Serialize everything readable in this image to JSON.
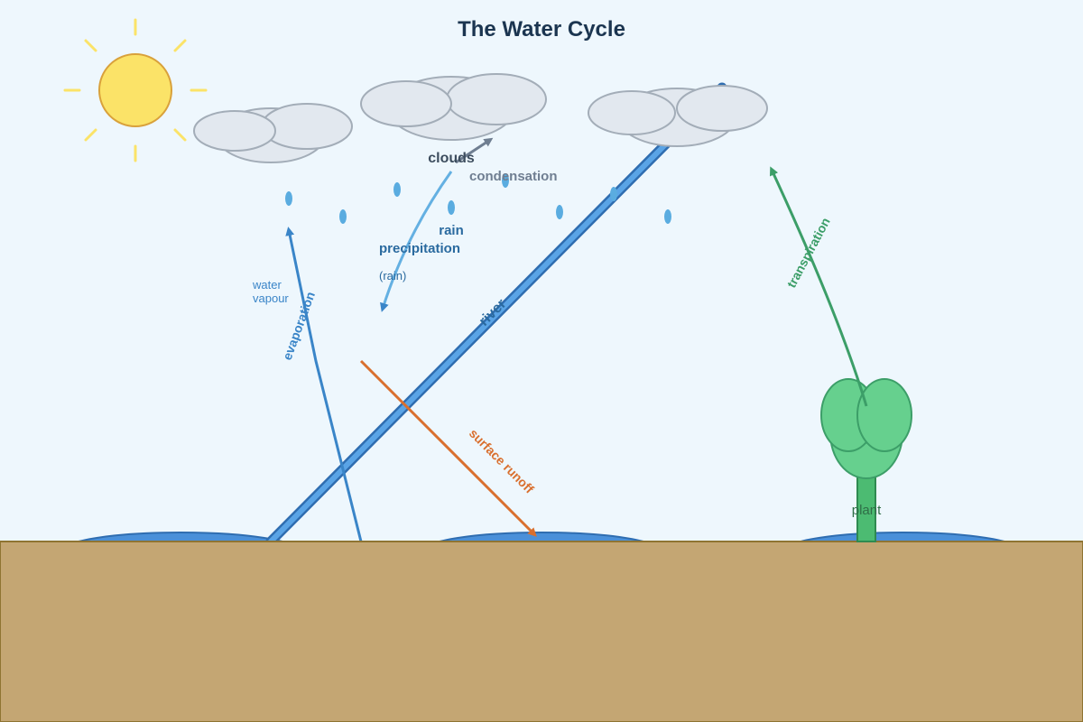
{
  "title": "The Water Cycle",
  "labels": {
    "clouds": "clouds",
    "condensation": "condensation",
    "rain": "rain",
    "precipitation": "precipitation",
    "precipitation_sub": "(rain)",
    "water_vapour_line1": "water",
    "water_vapour_line2": "vapour",
    "evaporation": "evaporation",
    "river": "river",
    "surface_runoff": "surface runoff",
    "transpiration": "transpiration",
    "plant": "plant"
  },
  "colors": {
    "background": "#eef7fd",
    "ground": "#c4a673",
    "water": "#4a90d9",
    "sun": "#fbe368",
    "cloud": "#e2e8ef",
    "evaporation": "#3a85c8",
    "precipitation": "#64b0e2",
    "condensation": "#6f7e91",
    "runoff": "#d96f2e",
    "transpiration": "#3c9e68",
    "plant": "#66d08e"
  }
}
